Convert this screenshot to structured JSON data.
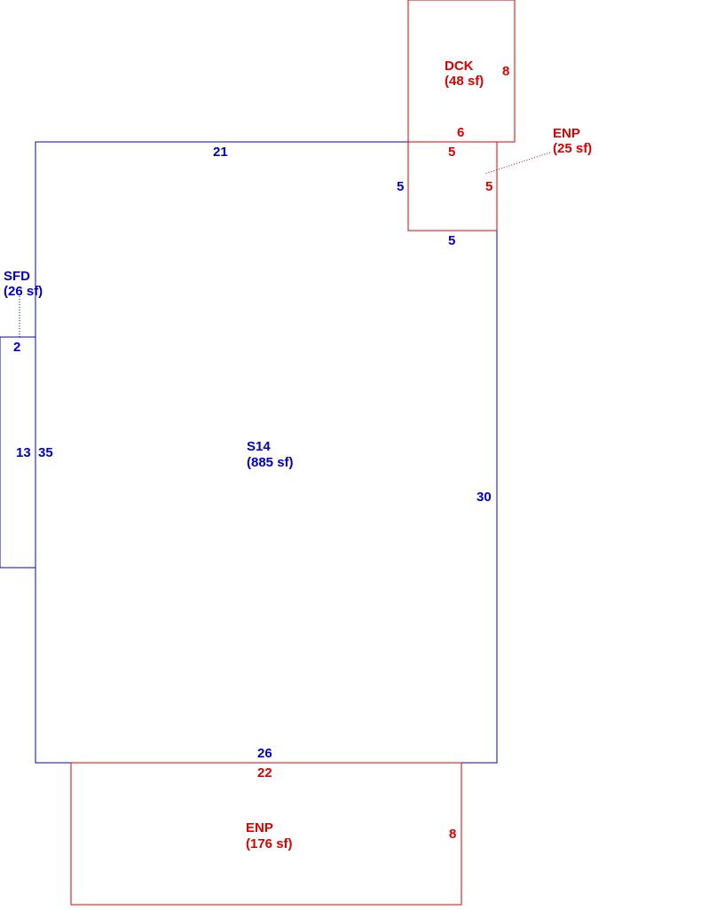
{
  "colors": {
    "living": "#0000cc",
    "porch": "#dd0000",
    "background": "#ffffff"
  },
  "areas": {
    "main": {
      "code": "S14",
      "area": "(885 sf)"
    },
    "fireplace": {
      "code": "SFD",
      "area": "(26 sf)"
    },
    "deck": {
      "code": "DCK",
      "area": "(48 sf)"
    },
    "porch_small": {
      "code": "ENP",
      "area": "(25 sf)"
    },
    "porch_front": {
      "code": "ENP",
      "area": "(176 sf)"
    }
  },
  "dimensions": {
    "main_top": "21",
    "main_left": "35",
    "main_right": "30",
    "main_bottom": "26",
    "main_notch_left": "5",
    "main_notch_bottom": "5",
    "fireplace_top": "2",
    "fireplace_side": "13",
    "deck_right": "8",
    "deck_bottom": "6",
    "porch_small_top": "5",
    "porch_small_right": "5",
    "porch_front_top": "22",
    "porch_front_right": "8"
  }
}
